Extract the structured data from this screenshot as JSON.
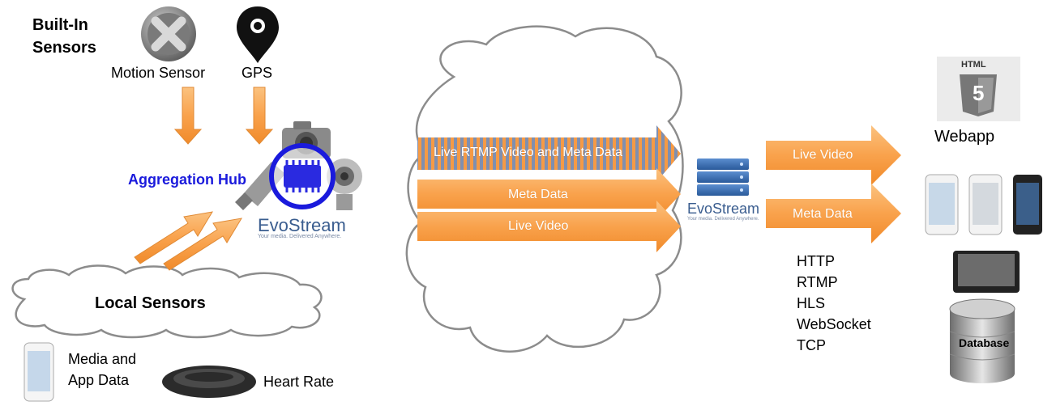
{
  "built_in": {
    "heading_line1": "Built-In",
    "heading_line2": "Sensors",
    "motion_sensor": "Motion Sensor",
    "gps": "GPS"
  },
  "hub": {
    "label": "Aggregation Hub",
    "logo_text": "EvoStream",
    "logo_tagline": "Your media. Delivered Anywhere."
  },
  "local": {
    "label": "Local Sensors",
    "media_line1": "Media and",
    "media_line2": "App Data",
    "heart_rate": "Heart Rate"
  },
  "cloud_arrows": {
    "rtmp": "Live RTMP Video and Meta Data",
    "meta": "Meta Data",
    "video": "Live Video"
  },
  "server": {
    "logo_text": "EvoStream",
    "logo_tagline": "Your media. Delivered Anywhere."
  },
  "out_arrows": {
    "video": "Live Video",
    "meta": "Meta Data"
  },
  "protocols": [
    "HTTP",
    "RTMP",
    "HLS",
    "WebSocket",
    "TCP"
  ],
  "clients": {
    "html5_badge": "HTML",
    "html5_num": "5",
    "webapp": "Webapp",
    "database": "Database"
  },
  "colors": {
    "arrow_orange": "#f9a24c",
    "hub_blue": "#1a1adc",
    "stripe_blue": "#6f8fb5"
  }
}
